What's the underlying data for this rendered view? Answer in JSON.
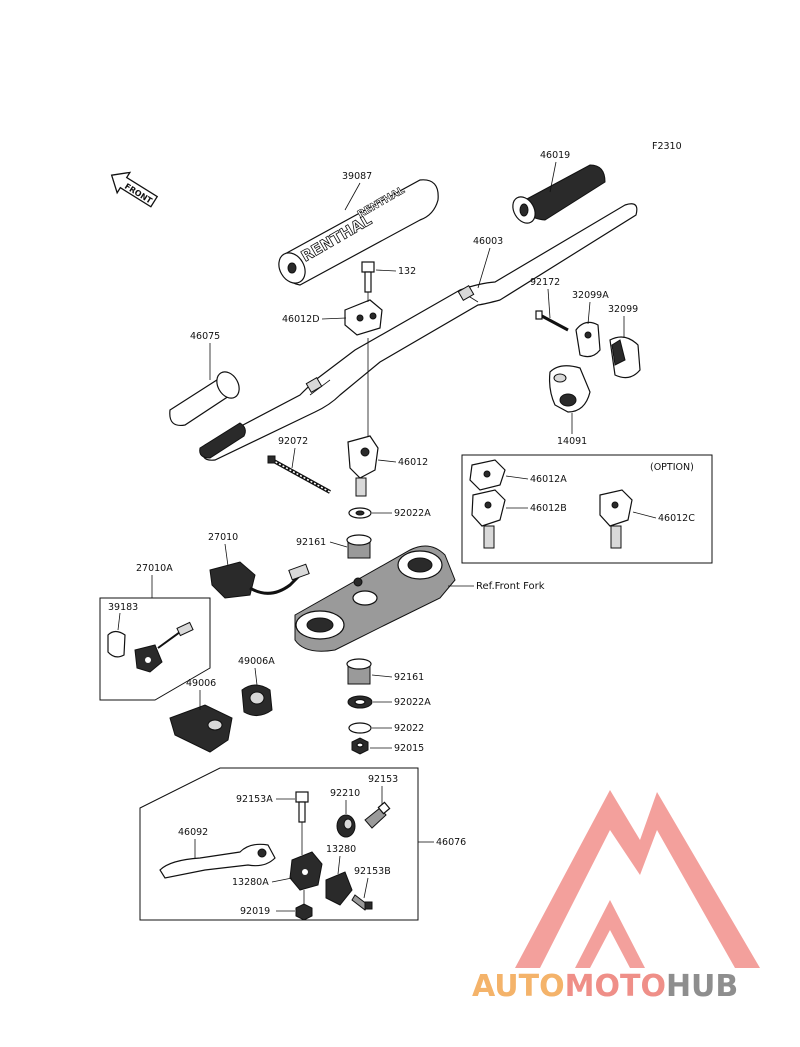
{
  "figure_code": "F2310",
  "front_arrow_label": "FRONT",
  "pad_text": "RENTHAL",
  "option_label": "(OPTION)",
  "ref_label": "Ref.Front Fork",
  "parts": {
    "p39087": "39087",
    "p46019": "46019",
    "p46003": "46003",
    "p132": "132",
    "p46012D": "46012D",
    "p46075": "46075",
    "p92172": "92172",
    "p32099A": "32099A",
    "p32099": "32099",
    "p14091": "14091",
    "p92072": "92072",
    "p46012": "46012",
    "p92022A_top": "92022A",
    "p46012A": "46012A",
    "p46012B": "46012B",
    "p46012C": "46012C",
    "p27010": "27010",
    "p92161_top": "92161",
    "p27010A": "27010A",
    "p39183": "39183",
    "p49006A": "49006A",
    "p92161_bot": "92161",
    "p49006": "49006",
    "p92022A_bot": "92022A",
    "p92022": "92022",
    "p92015": "92015",
    "p92153": "92153",
    "p92153A": "92153A",
    "p92210": "92210",
    "p46092": "46092",
    "p46076": "46076",
    "p13280": "13280",
    "p13280A": "13280A",
    "p92153B": "92153B",
    "p92019": "92019"
  },
  "watermark": {
    "part1": "AUTO",
    "part2": "MOTO",
    "part3": "HUB",
    "colors": {
      "auto": "#f4b36a",
      "moto": "#ef8f88",
      "hub": "#8e8e8e",
      "triangle": "#f3a09c"
    }
  }
}
